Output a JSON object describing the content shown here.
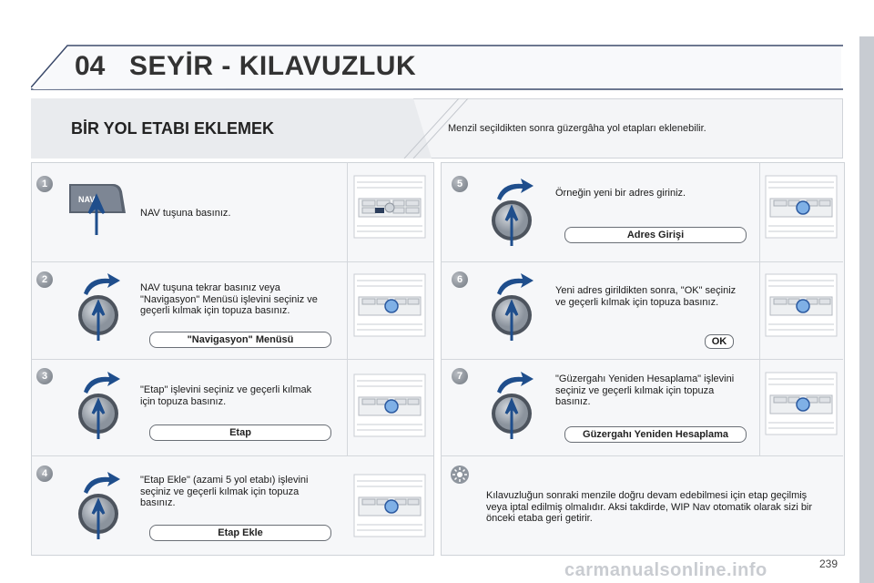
{
  "header": {
    "chapter_number": "04",
    "chapter_title": "SEYİR - KILAVUZLUK"
  },
  "section": {
    "title": "BİR YOL ETABI EKLEMEK",
    "intro": "Menzil seçildikten sonra güzergâha yol etapları eklenebilir."
  },
  "steps": [
    {
      "number": "1",
      "text": "NAV tuşuna basınız.",
      "icon": "nav-button-icon",
      "button_label": "NAV"
    },
    {
      "number": "2",
      "text": "NAV tuşuna tekrar basınız veya \"Navigasyon\" Menüsü işlevini seçiniz ve geçerli kılmak için topuza basınız.",
      "pill": "\"Navigasyon\" Menüsü"
    },
    {
      "number": "3",
      "text": "\"Etap\" işlevini seçiniz ve geçerli kılmak için topuza basınız.",
      "pill": "Etap"
    },
    {
      "number": "4",
      "text": "\"Etap Ekle\" (azami 5 yol etabı) işlevini seçiniz ve geçerli kılmak için topuza basınız.",
      "pill": "Etap Ekle"
    },
    {
      "number": "5",
      "text": "Örneğin yeni bir adres giriniz.",
      "pill": "Adres Girişi"
    },
    {
      "number": "6",
      "text": "Yeni adres girildikten sonra, \"OK\" seçiniz ve geçerli kılmak için topuza basınız.",
      "pill": "OK"
    },
    {
      "number": "7",
      "text": "\"Güzergahı Yeniden Hesaplama\" işlevini seçiniz ve geçerli kılmak için topuza basınız.",
      "pill": "Güzergahı Yeniden Hesaplama"
    }
  ],
  "tip": {
    "icon": "sun-tip-icon",
    "text": "Kılavuzluğun sonraki menzile doğru devam edebilmesi için etap geçilmiş veya iptal edilmiş olmalıdır. Aksi takdirde, WIP Nav otomatik olarak sizi bir önceki etaba geri getirir."
  },
  "page_number": "239",
  "watermark": "carmanualsonline.info",
  "colors": {
    "accent_blue": "#1f4e8c",
    "panel_gray": "#f6f7f9",
    "border_gray": "#cfd3d8"
  }
}
